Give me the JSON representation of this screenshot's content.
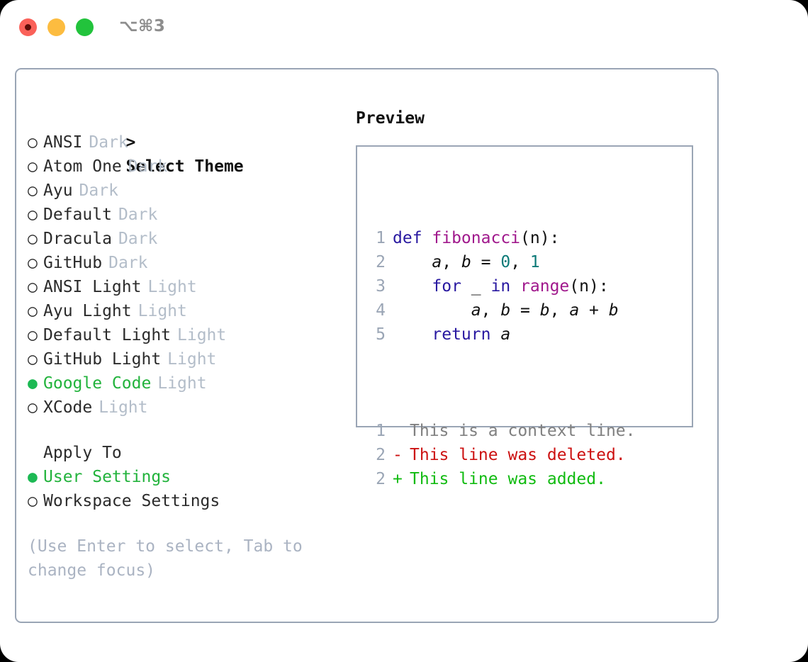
{
  "window": {
    "shortcut": "⌥⌘3",
    "lights": [
      {
        "name": "close",
        "color": "#fa6159"
      },
      {
        "name": "minimize",
        "color": "#fcbc40"
      },
      {
        "name": "maximize",
        "color": "#22c33c"
      }
    ]
  },
  "theme_picker": {
    "title": "Select Theme",
    "caret": ">",
    "bullet_selected": "●",
    "bullet_unselected": "○",
    "items": [
      {
        "label": "ANSI",
        "tag": "Dark",
        "selected": false
      },
      {
        "label": "Atom One",
        "tag": "Dark",
        "selected": false
      },
      {
        "label": "Ayu",
        "tag": "Dark",
        "selected": false
      },
      {
        "label": "Default",
        "tag": "Dark",
        "selected": false
      },
      {
        "label": "Dracula",
        "tag": "Dark",
        "selected": false
      },
      {
        "label": "GitHub",
        "tag": "Dark",
        "selected": false
      },
      {
        "label": "ANSI Light",
        "tag": "Light",
        "selected": false
      },
      {
        "label": "Ayu Light",
        "tag": "Light",
        "selected": false
      },
      {
        "label": "Default Light",
        "tag": "Light",
        "selected": false
      },
      {
        "label": "GitHub Light",
        "tag": "Light",
        "selected": false
      },
      {
        "label": "Google Code",
        "tag": "Light",
        "selected": true
      },
      {
        "label": "XCode",
        "tag": "Light",
        "selected": false
      }
    ]
  },
  "apply_to": {
    "title": "Apply To",
    "items": [
      {
        "label": "User Settings",
        "selected": true
      },
      {
        "label": "Workspace Settings",
        "selected": false
      }
    ]
  },
  "hint": "(Use Enter to select, Tab to change focus)",
  "preview": {
    "title": "Preview",
    "code_lines": [
      {
        "number": "1",
        "tokens": [
          {
            "text": "def ",
            "type": "kw"
          },
          {
            "text": "fibonacci",
            "type": "fn"
          },
          {
            "text": "(n):",
            "type": "pl"
          }
        ]
      },
      {
        "number": "2",
        "tokens": [
          {
            "text": "    ",
            "type": "pl"
          },
          {
            "text": "a",
            "type": "var"
          },
          {
            "text": ", ",
            "type": "pl"
          },
          {
            "text": "b",
            "type": "var"
          },
          {
            "text": " = ",
            "type": "pl"
          },
          {
            "text": "0",
            "type": "num"
          },
          {
            "text": ", ",
            "type": "pl"
          },
          {
            "text": "1",
            "type": "num"
          }
        ]
      },
      {
        "number": "3",
        "tokens": [
          {
            "text": "    ",
            "type": "pl"
          },
          {
            "text": "for",
            "type": "kw"
          },
          {
            "text": " _ ",
            "type": "pl"
          },
          {
            "text": "in",
            "type": "kw"
          },
          {
            "text": " ",
            "type": "pl"
          },
          {
            "text": "range",
            "type": "fn"
          },
          {
            "text": "(n):",
            "type": "pl"
          }
        ]
      },
      {
        "number": "4",
        "tokens": [
          {
            "text": "        ",
            "type": "pl"
          },
          {
            "text": "a",
            "type": "var"
          },
          {
            "text": ", ",
            "type": "pl"
          },
          {
            "text": "b",
            "type": "var"
          },
          {
            "text": " = ",
            "type": "pl"
          },
          {
            "text": "b",
            "type": "var"
          },
          {
            "text": ", ",
            "type": "pl"
          },
          {
            "text": "a",
            "type": "var"
          },
          {
            "text": " + ",
            "type": "pl"
          },
          {
            "text": "b",
            "type": "var"
          }
        ]
      },
      {
        "number": "5",
        "tokens": [
          {
            "text": "    ",
            "type": "pl"
          },
          {
            "text": "return",
            "type": "kw"
          },
          {
            "text": " ",
            "type": "pl"
          },
          {
            "text": "a",
            "type": "var"
          }
        ]
      }
    ],
    "diff_lines": [
      {
        "number": "1",
        "mark": " ",
        "text": "This is a context line.",
        "kind": "ctx"
      },
      {
        "number": "2",
        "mark": "-",
        "text": "This line was deleted.",
        "kind": "del"
      },
      {
        "number": "2",
        "mark": "+",
        "text": "This line was added.",
        "kind": "add"
      }
    ]
  },
  "colors": {
    "accent_green": "#22b33c",
    "border": "#9aa5b5",
    "muted": "#b3bdc9",
    "hint": "#aab3c2",
    "keyword": "#2818a0",
    "function": "#a0188c",
    "number": "#0d7a78",
    "diff_add": "#11bb11",
    "diff_del": "#cc1111",
    "diff_ctx": "#808080"
  }
}
